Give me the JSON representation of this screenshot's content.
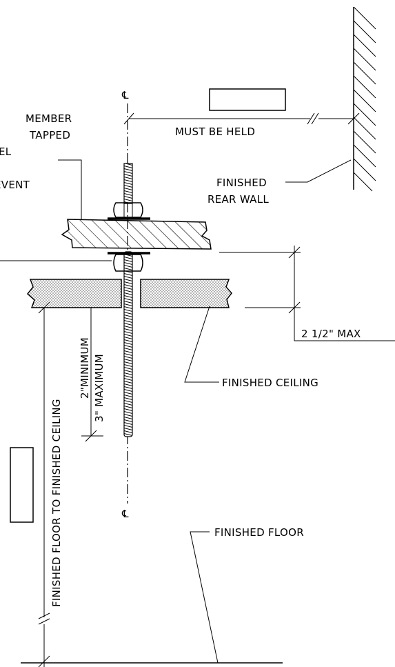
{
  "labels": {
    "centerline_symbol": "℄",
    "member_line1": "MEMBER",
    "member_line2": "TAPPED",
    "member_line3": "EL",
    "member_line4": "EVENT",
    "must_be_held": "MUST BE HELD",
    "finished_rear_wall_line1": "FINISHED",
    "finished_rear_wall_line2": "REAR WALL",
    "max_dimension": "2 1/2\" MAX",
    "finished_ceiling": "FINISHED CEILING",
    "minimum": "2\"MINIMUM",
    "maximum": "3\" MAXIMUM",
    "floor_to_ceiling": "FINISHED FLOOR TO FINISHED CEILING",
    "finished_floor": "FINISHED FLOOR"
  }
}
